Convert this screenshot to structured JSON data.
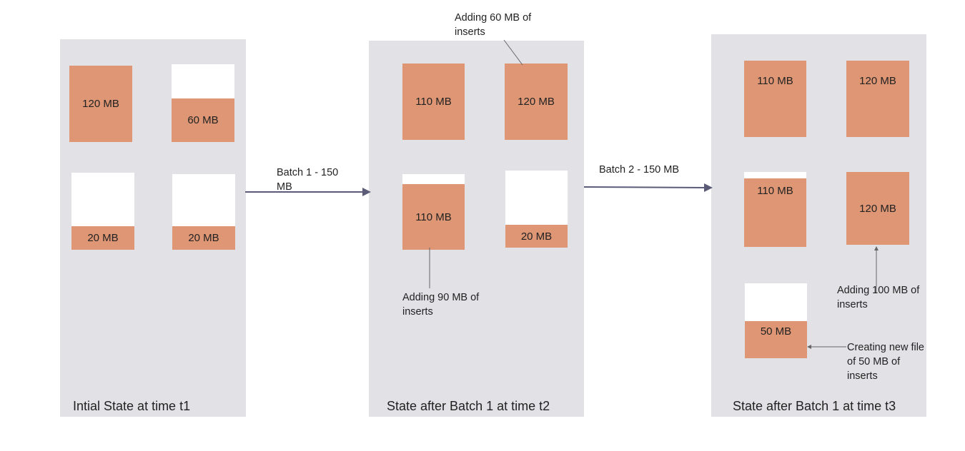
{
  "panels": {
    "t1": {
      "caption": "Intial State at time t1",
      "files": [
        "120 MB",
        "60 MB",
        "20 MB",
        "20 MB"
      ]
    },
    "t2": {
      "caption": "State after Batch 1 at time t2",
      "files": [
        "110 MB",
        "120 MB",
        "110 MB",
        "20 MB"
      ]
    },
    "t3": {
      "caption": "State after Batch 1 at time t3",
      "files": [
        "110 MB",
        "120 MB",
        "110 MB",
        "120 MB",
        "50 MB"
      ]
    }
  },
  "fill_fraction": {
    "t1": [
      1.0,
      0.56,
      0.31,
      0.31
    ],
    "t2": [
      1.0,
      1.0,
      0.87,
      0.3
    ],
    "t3": [
      1.0,
      1.0,
      0.91,
      1.0,
      0.5
    ]
  },
  "arrows": {
    "batch1": "Batch 1  - 150 MB",
    "batch2": "Batch 2 - 150 MB"
  },
  "annotations": {
    "add60": "Adding 60 MB of inserts",
    "add90": "Adding 90 MB of inserts",
    "add100": "Adding 100 MB of inserts",
    "newfile": "Creating new file of 50  MB of inserts"
  },
  "colors": {
    "panel": "#e2e2e6",
    "data_fill": "#de9674",
    "empty": "#ffffff",
    "arrow": "#5b5b78"
  }
}
